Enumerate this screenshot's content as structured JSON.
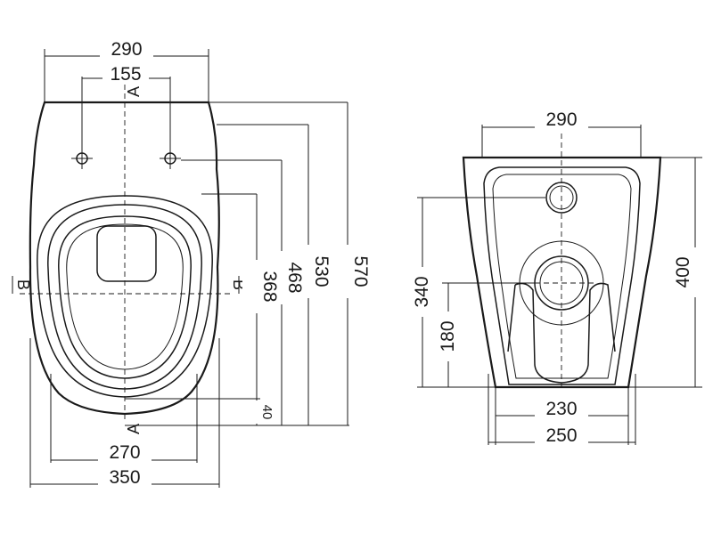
{
  "top_view": {
    "dims": {
      "width_top": "290",
      "holes": "155",
      "d570": "570",
      "d530": "530",
      "d468": "468",
      "d368": "368",
      "d40": "40",
      "d270": "270",
      "d350": "350"
    },
    "section_marks": {
      "a_top": "A",
      "a_bottom": "A",
      "b_left": "B",
      "b_right": "B"
    }
  },
  "rear_view": {
    "dims": {
      "width_top": "290",
      "d400": "400",
      "d340": "340",
      "d180": "180",
      "d230": "230",
      "d250": "250"
    }
  }
}
